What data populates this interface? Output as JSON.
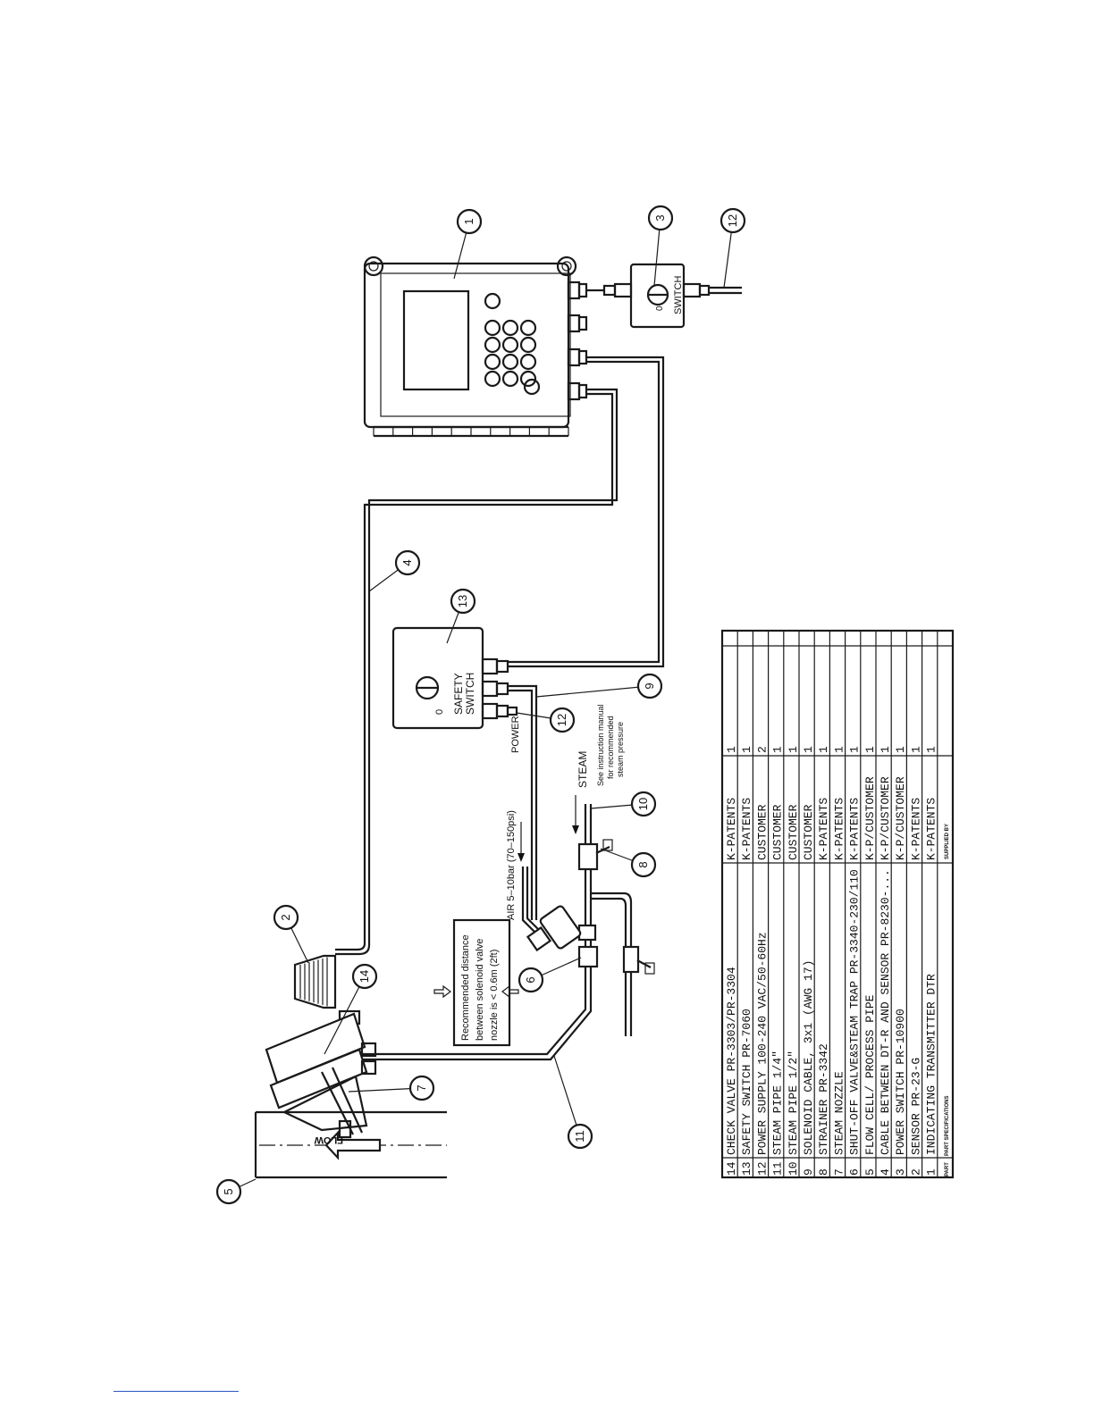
{
  "callouts": [
    "1",
    "2",
    "3",
    "4",
    "5",
    "6",
    "7",
    "8",
    "9",
    "10",
    "11",
    "12",
    "12",
    "13",
    "14"
  ],
  "labels": {
    "switch": "SWITCH",
    "switch_zero": "0",
    "safety_switch_line1": "SAFETY",
    "safety_switch_line2": "SWITCH",
    "safety_zero": "0",
    "power": "POWER",
    "steam": "STEAM",
    "steam_note_line1": "See instruction manual",
    "steam_note_line2": "for recommended",
    "steam_note_line3": "steam pressure",
    "air": "AIR  5–10bar  (70–150psi)",
    "distance_line1": "Recommended  distance",
    "distance_line2": "between  solenoid  valve",
    "distance_line3": "nozzle  is  <  0.6m  (2ft)",
    "flow": "FLOW"
  },
  "parts_table": {
    "footer_part": "PART",
    "footer_spec": "PART  SPECIFICATIONS",
    "footer_supplied": "SUPPLIED BY",
    "rows": [
      {
        "part": "14",
        "spec": "CHECK VALVE  PR-3303/PR-3304",
        "supplier": "K-PATENTS",
        "qty": "1"
      },
      {
        "part": "13",
        "spec": "SAFETY SWITCH PR-7060",
        "supplier": "K-PATENTS",
        "qty": "1"
      },
      {
        "part": "12",
        "spec": "POWER SUPPLY 100-240 VAC/50-60Hz",
        "supplier": "CUSTOMER",
        "qty": "2"
      },
      {
        "part": "11",
        "spec": "STEAM PIPE 1/4\"",
        "supplier": "CUSTOMER",
        "qty": "1"
      },
      {
        "part": "10",
        "spec": "STEAM PIPE 1/2\"",
        "supplier": "CUSTOMER",
        "qty": "1"
      },
      {
        "part": "9",
        "spec": "SOLENOID CABLE, 3x1 (AWG 17)",
        "supplier": "CUSTOMER",
        "qty": "1"
      },
      {
        "part": "8",
        "spec": "STRAINER PR-3342",
        "supplier": "K-PATENTS",
        "qty": "1"
      },
      {
        "part": "7",
        "spec": "STEAM NOZZLE",
        "supplier": "K-PATENTS",
        "qty": "1"
      },
      {
        "part": "6",
        "spec": "SHUT-OFF VALVE&STEAM TRAP PR-3340-230/110",
        "supplier": "K-PATENTS",
        "qty": "1"
      },
      {
        "part": "5",
        "spec": "FLOW CELL/ PROCESS PIPE",
        "supplier": "K-P/CUSTOMER",
        "qty": "1"
      },
      {
        "part": "4",
        "spec": "CABLE BETWEEN DT-R AND SENSOR PR-8230-...",
        "supplier": "K-P/CUSTOMER",
        "qty": "1"
      },
      {
        "part": "3",
        "spec": "POWER SWITCH PR-10900",
        "supplier": "K-P/CUSTOMER",
        "qty": "1"
      },
      {
        "part": "2",
        "spec": "SENSOR PR-23-G",
        "supplier": "K-PATENTS",
        "qty": "1"
      },
      {
        "part": "1",
        "spec": "INDICATING TRANSMITTER DTR",
        "supplier": "K-PATENTS",
        "qty": "1"
      }
    ]
  }
}
